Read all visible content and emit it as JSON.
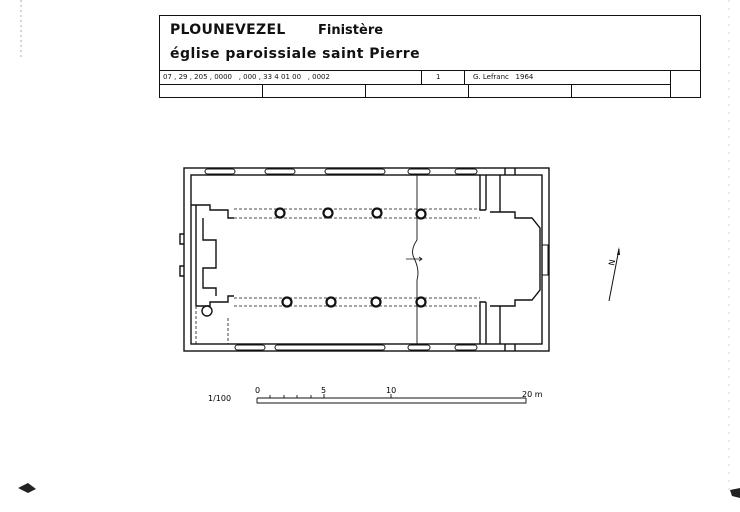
{
  "title_block": {
    "commune": "PLOUNEVEZEL",
    "department": "Finistère",
    "building": "église paroissiale saint Pierre",
    "codes": "07 , 29 , 205 , 0000   , 000 , 33 4 01 00   , 0002",
    "sheet": "1",
    "author_year": "G. Lefranc   1964"
  },
  "scale": {
    "ratio": "1/100",
    "ticks": [
      "0",
      "5",
      "10",
      "20 m"
    ]
  },
  "north_arrow": {
    "label": "N"
  }
}
